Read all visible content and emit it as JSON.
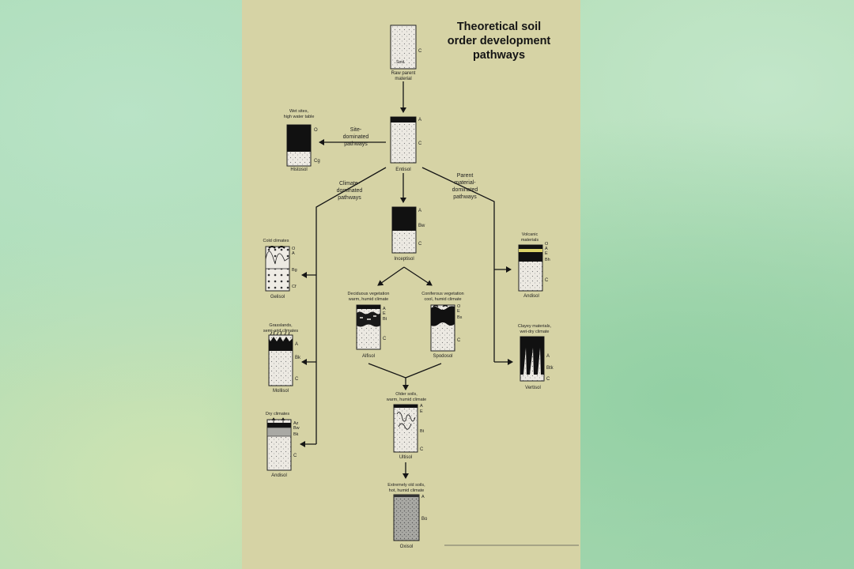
{
  "title": {
    "line1": "Theoretical soil",
    "line2": "order development",
    "line3": "pathways"
  },
  "soils": {
    "raw": {
      "name": "Raw parent material",
      "name_l1": "Raw parent",
      "name_l2": "material",
      "horizons": [
        "C"
      ],
      "inner": "Smd"
    },
    "entisol": {
      "name": "Entisol",
      "horizons": [
        "A",
        "C"
      ]
    },
    "histosol": {
      "name": "Histosol",
      "caption_l1": "Wet sites,",
      "caption_l2": "high water table",
      "horizons": [
        "O",
        "Cg"
      ]
    },
    "inceptisol": {
      "name": "Inceptisol",
      "horizons": [
        "A",
        "Bw",
        "C"
      ]
    },
    "gelisol": {
      "name": "Gelisol",
      "caption": "Cold climates",
      "horizons": [
        "O",
        "A",
        "Bg",
        "Cf"
      ]
    },
    "mollisol": {
      "name": "Mollisol",
      "caption_l1": "Grasslands,",
      "caption_l2": "semi-arid climates",
      "horizons": [
        "A",
        "Bk",
        "C"
      ]
    },
    "aridisol": {
      "name": "Andisol",
      "caption": "Dry climates",
      "horizons": [
        "Az",
        "Bw",
        "Bk",
        "C"
      ]
    },
    "alfisol": {
      "name": "Alfisol",
      "caption_l1": "Deciduous vegetation",
      "caption_l2": "warm, humid climate",
      "horizons": [
        "A",
        "E",
        "Bt",
        "C"
      ]
    },
    "spodosol": {
      "name": "Spodosol",
      "caption_l1": "Coniferous vegetation",
      "caption_l2": "cool, humid climate",
      "horizons": [
        "O",
        "E",
        "Bs",
        "C"
      ]
    },
    "andisol": {
      "name": "Andisol",
      "caption_l1": "Volcanic",
      "caption_l2": "materials",
      "horizons": [
        "O",
        "A",
        "E",
        "Bh",
        "C"
      ]
    },
    "vertisol": {
      "name": "Vertisol",
      "caption_l1": "Clayey materials,",
      "caption_l2": "wet-dry climate",
      "horizons": [
        "A",
        "Btk",
        "C"
      ]
    },
    "ultisol": {
      "name": "Ultisol",
      "caption_l1": "Older soils,",
      "caption_l2": "warm, humid climate",
      "horizons": [
        "A",
        "E",
        "Bt",
        "C"
      ]
    },
    "oxisol": {
      "name": "Oxisol",
      "caption_l1": "Extremely old soils,",
      "caption_l2": "hot, humid climate",
      "horizons": [
        "A",
        "Bo"
      ]
    }
  },
  "pathways": {
    "site": {
      "l1": "Site-",
      "l2": "dominated",
      "l3": "pathways"
    },
    "climate": {
      "l1": "Climate-",
      "l2": "dominated",
      "l3": "pathways"
    },
    "parent": {
      "l1": "Parent",
      "l2": "material-",
      "l3": "dominated",
      "l4": "pathways"
    }
  },
  "colors": {
    "panel": "#d6d3a5",
    "ink": "#151515",
    "profile_fill": "#ece9e2"
  }
}
